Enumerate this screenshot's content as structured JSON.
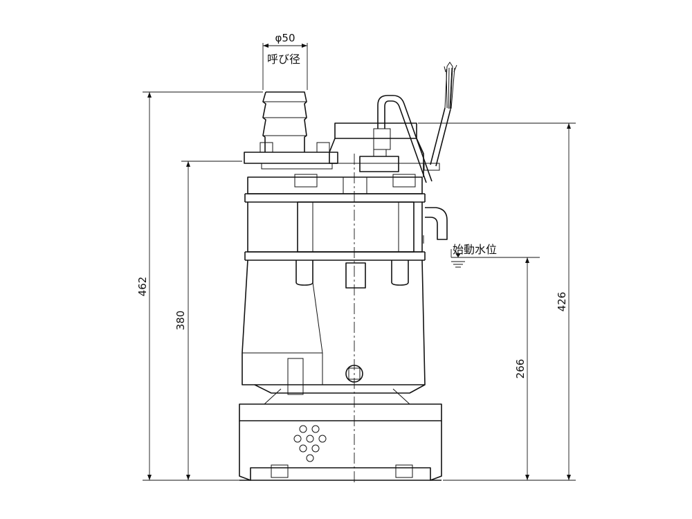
{
  "nominal_diameter": {
    "diameter_label": "φ50",
    "caption": "呼び径"
  },
  "water_level": {
    "caption": "始動水位"
  },
  "dimensions": {
    "overall_height": "462",
    "body_height": "380",
    "top_height": "426",
    "start_level_height": "266"
  }
}
